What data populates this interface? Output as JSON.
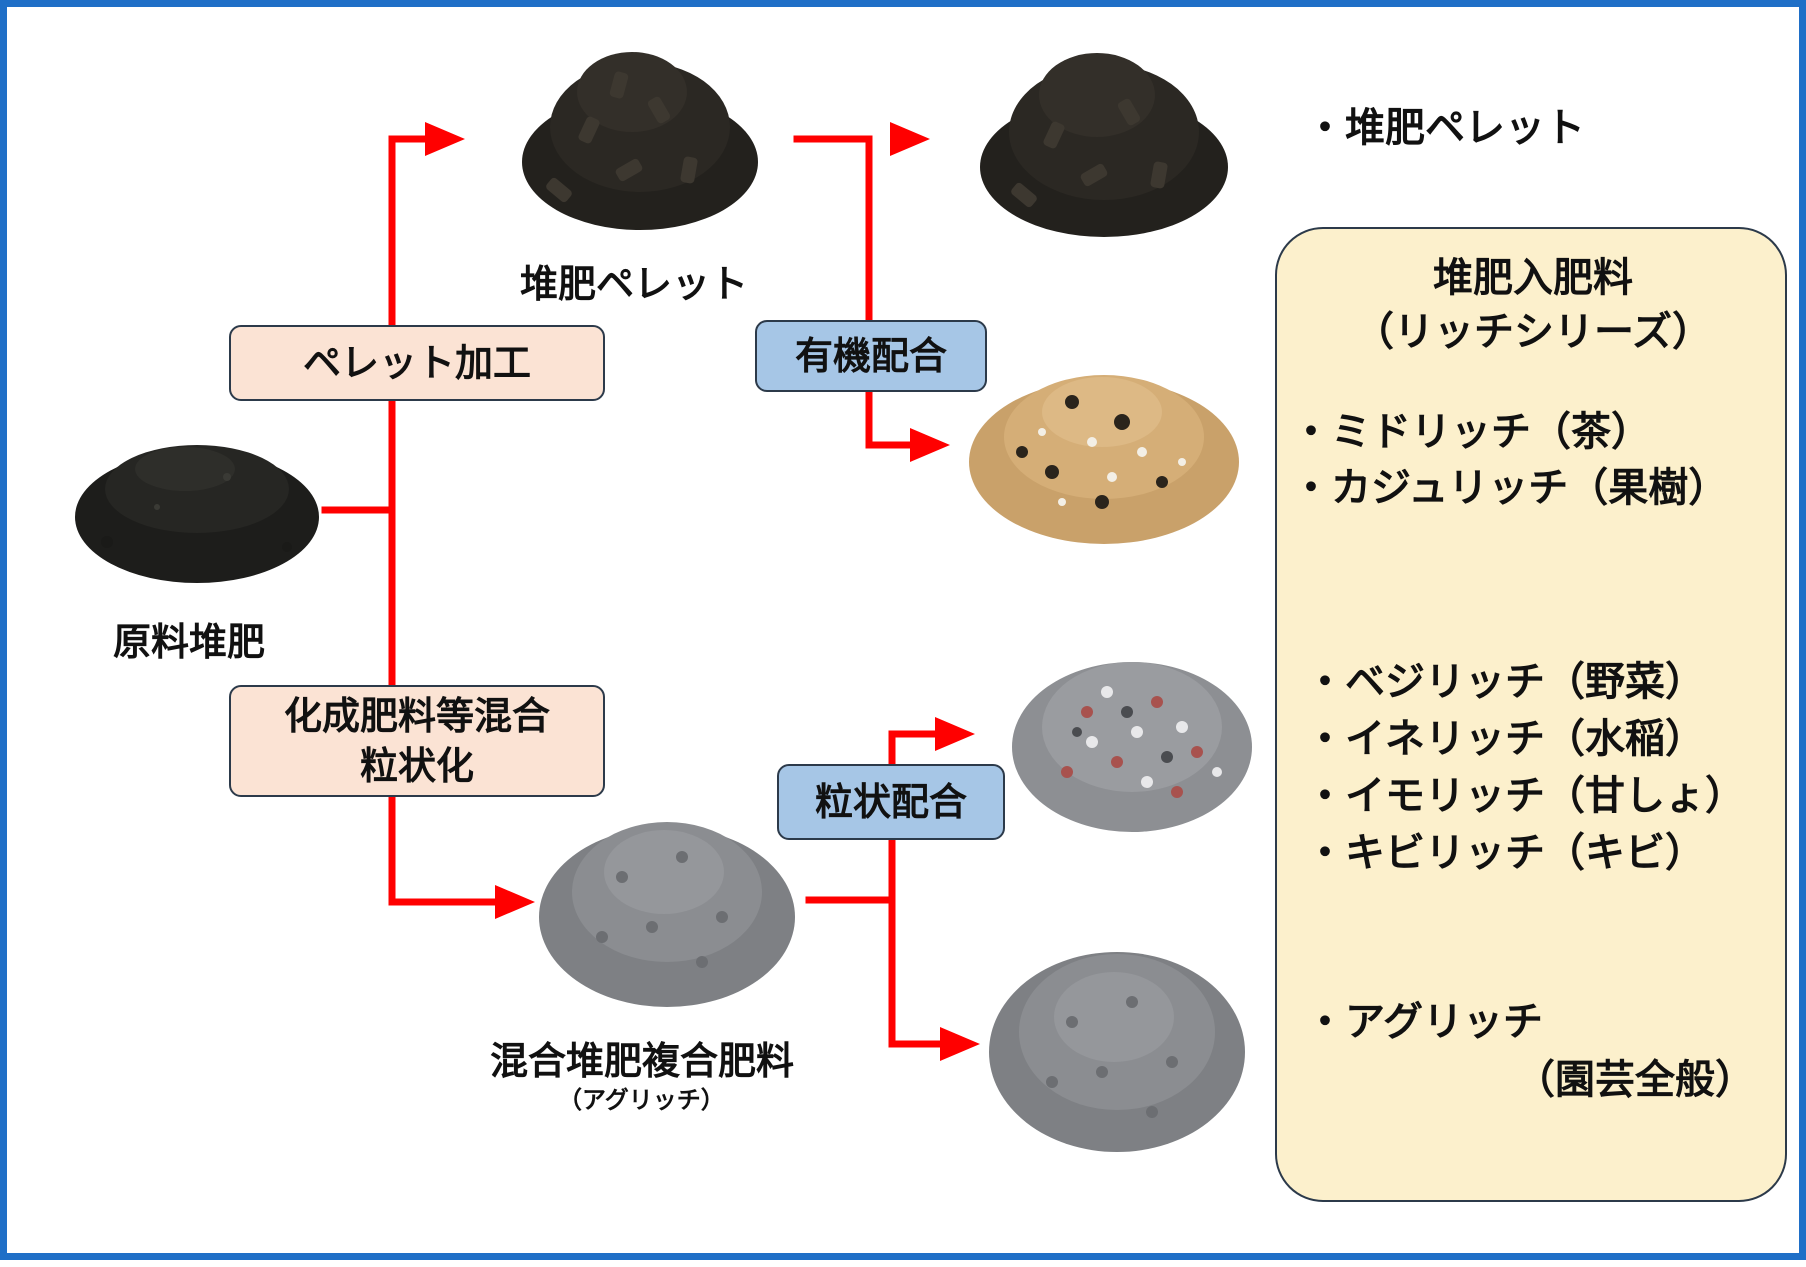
{
  "nodes": {
    "raw_compost": "原料堆肥",
    "pellet_product": "堆肥ペレット",
    "mixed_product": "混合堆肥複合肥料",
    "mixed_product_sub": "（アグリッチ）"
  },
  "processes": {
    "pellet": "ペレット加工",
    "chemical_line1": "化成肥料等混合",
    "chemical_line2": "粒状化",
    "organic": "有機配合",
    "granular": "粒状配合"
  },
  "outputs": {
    "pellet_output": "・堆肥ペレット",
    "panel_title_line1": "堆肥入肥料",
    "panel_title_line2": "（リッチシリーズ）",
    "group1": [
      "・ミドリッチ（茶）",
      "・カジュリッチ（果樹）"
    ],
    "group2": [
      "・ベジリッチ（野菜）",
      "・イネリッチ（水稲）",
      "・イモリッチ（甘しょ）",
      "・キビリッチ（キビ）"
    ],
    "group3_line1": "・アグリッチ",
    "group3_line2": "（園芸全般）"
  },
  "colors": {
    "arrow": "#ff0000",
    "frame": "#1f6fc7",
    "peach_box": "#fbe3d4",
    "blue_box": "#a6c6e6",
    "panel": "#fcf0cc"
  }
}
